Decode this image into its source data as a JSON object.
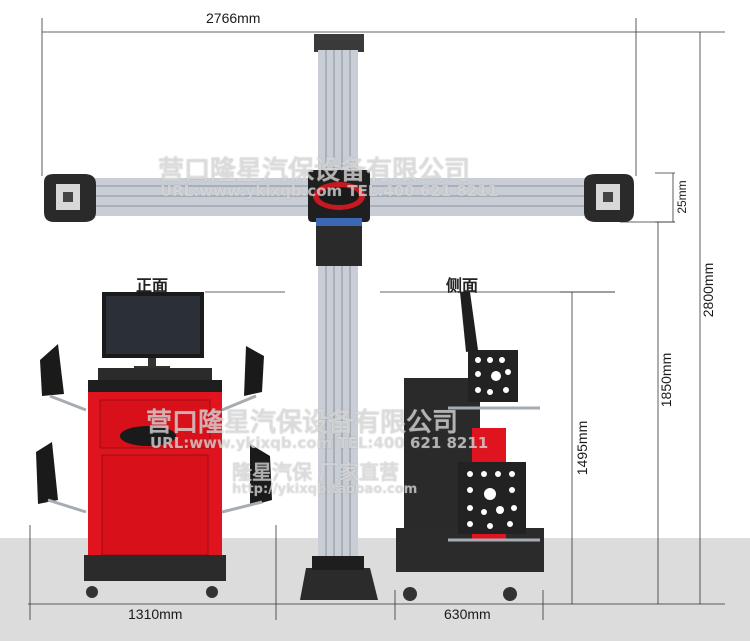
{
  "dimensions": {
    "total_width": "2766mm",
    "beam_height": "25mm",
    "total_height": "2800mm",
    "column_height": "1850mm",
    "side_height": "1495mm",
    "front_width": "1310mm",
    "side_width": "630mm"
  },
  "views": {
    "front": "正面",
    "side": "侧面"
  },
  "watermarks": {
    "company": "营口隆星汽保设备有限公司",
    "contact": "URL:www.ykixqb.com  TEL:400 621 8211",
    "tagline": "隆星汽保 厂家直营",
    "shop_url": "http://ykixqb.taobao.com"
  },
  "colors": {
    "cabinet_red": "#e0141e",
    "aluminum": "#c9ced6",
    "dark": "#2b2b2b",
    "floor": "#dcdcdc"
  }
}
